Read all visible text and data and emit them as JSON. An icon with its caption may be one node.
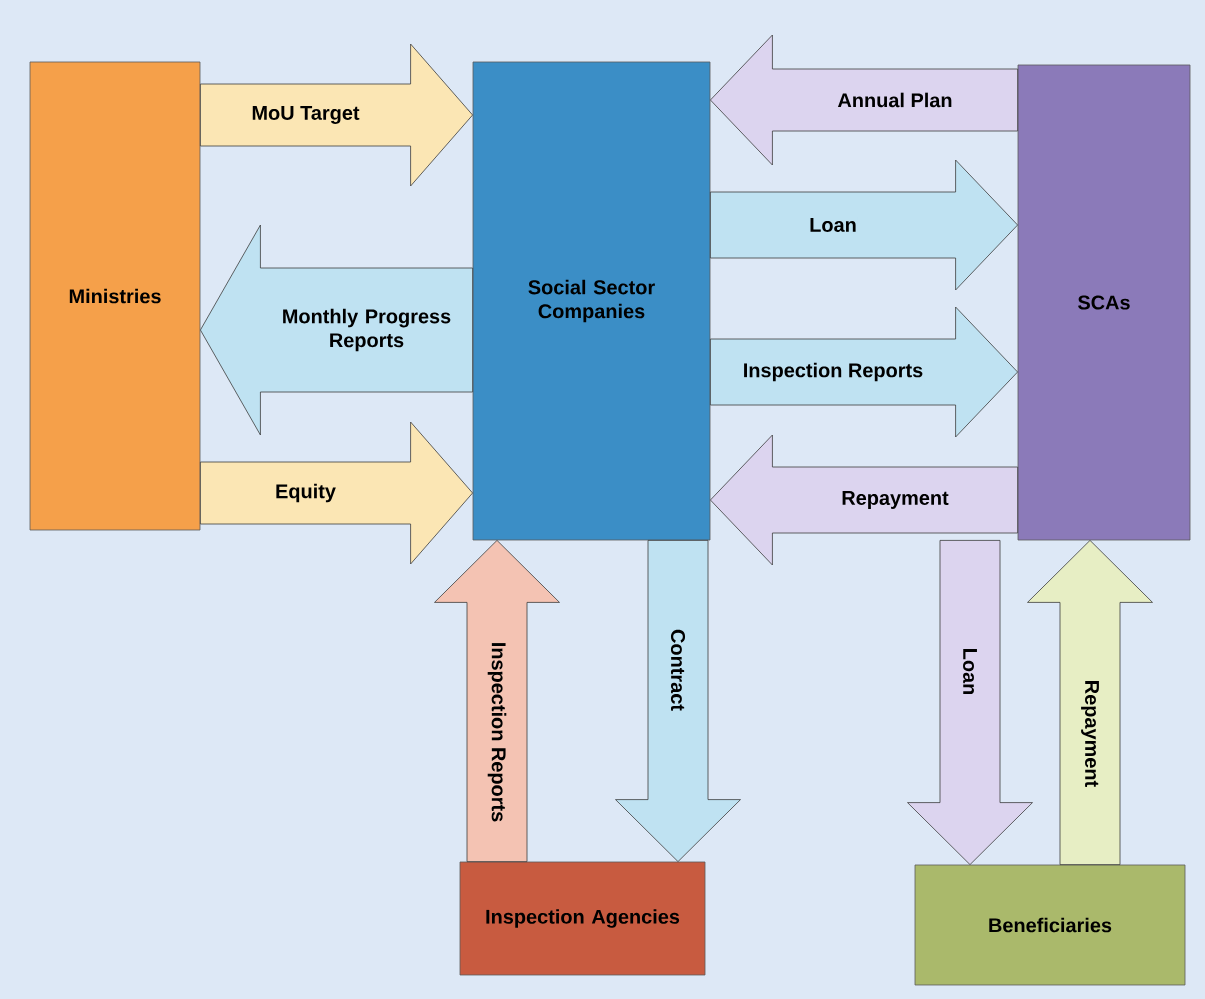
{
  "diagram": {
    "nodes": [
      {
        "text": [
          "Ministries"
        ]
      },
      {
        "text": [
          "Social Sector Companies"
        ]
      },
      {
        "text": [
          "SCAs"
        ]
      },
      {
        "text": [
          "Inspection Agencies"
        ]
      },
      {
        "text": [
          "Beneficiaries"
        ]
      }
    ],
    "edges": [
      {
        "from": 0,
        "to": 1,
        "arrow": "to",
        "label": "MoU Target",
        "color": "#fbe6b4"
      },
      {
        "from": 1,
        "to": 0,
        "arrow": "to",
        "label": "Monthly Progress Reports",
        "style": "thick",
        "color": "#bfe2f2"
      },
      {
        "from": 0,
        "to": 1,
        "arrow": "to",
        "label": "Equity",
        "color": "#fbe6b4"
      },
      {
        "from": 2,
        "to": 1,
        "arrow": "to",
        "label": "Annual Plan",
        "color": "#dcd4ef"
      },
      {
        "from": 1,
        "to": 2,
        "arrow": "to",
        "label": "Loan",
        "color": "#bfe2f2"
      },
      {
        "from": 1,
        "to": 2,
        "arrow": "to",
        "label": "Inspection Reports",
        "color": "#bfe2f2"
      },
      {
        "from": 2,
        "to": 1,
        "arrow": "to",
        "label": "Repayment",
        "color": "#dcd4ef"
      },
      {
        "from": 3,
        "to": 1,
        "arrow": "to",
        "label": "Inspection Reports",
        "color": "#f4c3b3"
      },
      {
        "from": 1,
        "to": 3,
        "arrow": "to",
        "label": "Contract",
        "color": "#bfe2f2"
      },
      {
        "from": 2,
        "to": 4,
        "arrow": "to",
        "label": "Loan",
        "color": "#dcd4ef"
      },
      {
        "from": 4,
        "to": 2,
        "arrow": "to",
        "label": "Repayment",
        "color": "#e7eec4"
      }
    ]
  }
}
